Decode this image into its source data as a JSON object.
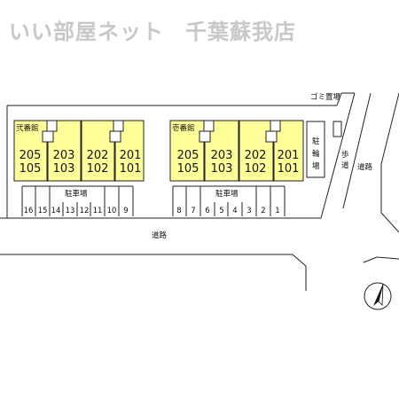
{
  "header": {
    "company": "いい部屋ネット",
    "branch": "千葉蘇我店"
  },
  "colors": {
    "building_fill": "#ffff99",
    "line": "#222222",
    "title_text": "#c8c8c8"
  },
  "map": {
    "garbage_area": "ゴミ置場",
    "bike_parking": [
      "駐",
      "輪",
      "場"
    ],
    "sidewalk": [
      "歩",
      "道"
    ],
    "road_right": "道路",
    "road_bottom": "道路",
    "compass": "north-arrow-icon",
    "building_left": {
      "name": "弐番館",
      "parking_label": "駐車場",
      "units": [
        {
          "top": "205",
          "bottom": "105"
        },
        {
          "top": "203",
          "bottom": "103"
        },
        {
          "top": "202",
          "bottom": "102"
        },
        {
          "top": "201",
          "bottom": "101"
        }
      ],
      "parking_slots": [
        "16",
        "15",
        "14",
        "13",
        "12",
        "11",
        "10",
        "9"
      ]
    },
    "building_right": {
      "name": "壱番館",
      "parking_label": "駐車場",
      "units": [
        {
          "top": "205",
          "bottom": "105"
        },
        {
          "top": "203",
          "bottom": "103"
        },
        {
          "top": "202",
          "bottom": "102"
        },
        {
          "top": "201",
          "bottom": "101"
        }
      ],
      "parking_slots": [
        "8",
        "7",
        "6",
        "5",
        "4",
        "3",
        "2",
        "1"
      ]
    }
  }
}
